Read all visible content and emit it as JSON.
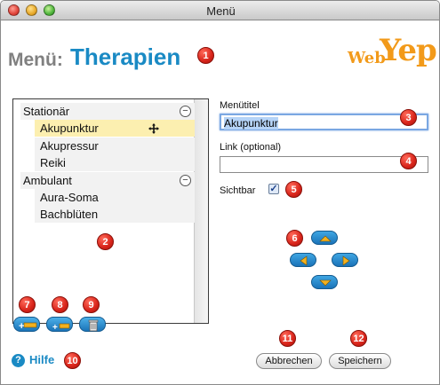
{
  "window": {
    "title": "Menü"
  },
  "header": {
    "label": "Menü:",
    "title": "Therapien"
  },
  "logo": {
    "part1": "Web",
    "part2": "Yep!"
  },
  "tree": {
    "groups": [
      {
        "label": "Stationär",
        "collapse": "−",
        "children": [
          "Akupunktur",
          "Akupressur",
          "Reiki"
        ]
      },
      {
        "label": "Ambulant",
        "collapse": "−",
        "children": [
          "Aura-Soma",
          "Bachblüten"
        ]
      }
    ],
    "selected": "Akupunktur"
  },
  "form": {
    "menutitle_label": "Menütitel",
    "menutitle_value": "Akupunktur",
    "link_label": "Link (optional)",
    "link_value": "",
    "visible_label": "Sichtbar",
    "visible_checked": "✓"
  },
  "badges": [
    "1",
    "2",
    "3",
    "4",
    "5",
    "6",
    "7",
    "8",
    "9",
    "10",
    "11",
    "12"
  ],
  "help": {
    "icon": "?",
    "label": "Hilfe"
  },
  "buttons": {
    "cancel": "Abbrechen",
    "save": "Speichern"
  },
  "colors": {
    "accent": "#1a8ac4",
    "badge": "#d8241a",
    "logo": "#f29a1a",
    "selection": "#fcefb0"
  },
  "icons": {
    "toolbar": [
      "add-item-icon",
      "add-subitem-icon",
      "delete-icon"
    ],
    "arrows": [
      "arrow-up-icon",
      "arrow-left-icon",
      "arrow-right-icon",
      "arrow-down-icon"
    ]
  }
}
